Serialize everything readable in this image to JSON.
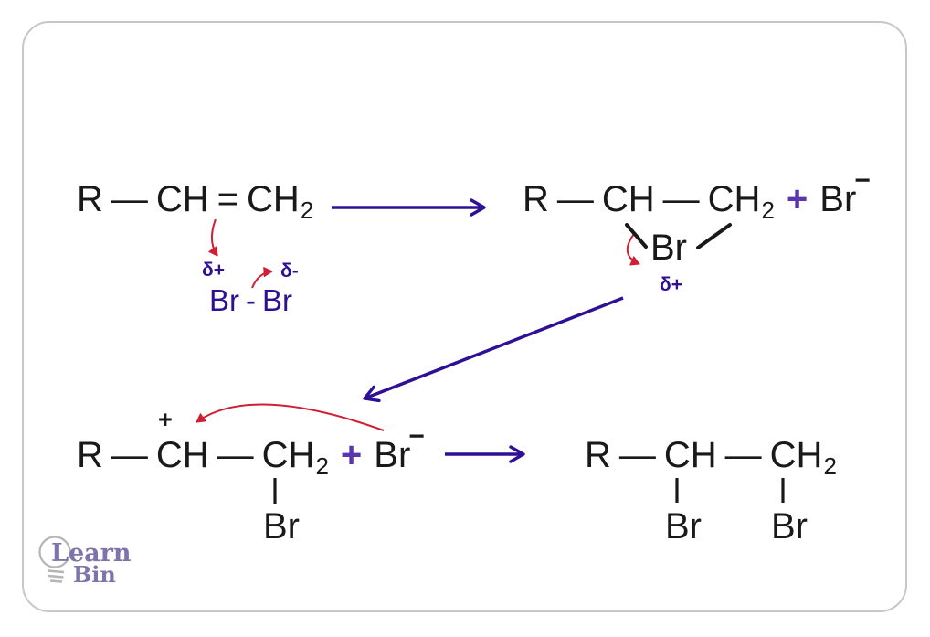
{
  "colors": {
    "text": "#191919",
    "indigo_arrows": "#2f0f94",
    "violet_plus": "#5a35ad",
    "red_arrows": "#d01f33",
    "frame_border": "#c7c7c7",
    "logo_text": "#7e74aa",
    "logo_bulb": "#b5b5b5"
  },
  "logo": {
    "word_top": "Learn",
    "word_bottom": "Bin"
  },
  "step1": {
    "alkene": {
      "r": "R",
      "bond": "—",
      "ch": "CH",
      "double_bond": "=",
      "ch2": "CH",
      "ch2_sub": "2"
    },
    "bromine_reagent": {
      "delta_plus": "δ+",
      "delta_minus": "δ-",
      "br_left": "Br",
      "bond": "-",
      "br_right": "Br"
    }
  },
  "step2": {
    "chain": {
      "r": "R",
      "bond1": "—",
      "ch": "CH",
      "bond2": "—",
      "ch2": "CH",
      "ch2_sub": "2"
    },
    "plus_sign": "+",
    "bromide": {
      "symbol": "Br",
      "charge": "−"
    },
    "bridging_br": {
      "symbol": "Br",
      "delta_plus": "δ+"
    }
  },
  "step3": {
    "carbocation_charge": "+",
    "chain": {
      "r": "R",
      "bond1": "—",
      "ch": "CH",
      "bond2": "—",
      "ch2": "CH",
      "ch2_sub": "2"
    },
    "plus_sign": "+",
    "bromide": {
      "symbol": "Br",
      "charge": "−"
    },
    "substituent_br": "Br"
  },
  "step4": {
    "chain": {
      "r": "R",
      "bond1": "—",
      "ch": "CH",
      "bond2": "—",
      "ch2": "CH",
      "ch2_sub": "2"
    },
    "br_on_ch": "Br",
    "br_on_ch2": "Br"
  }
}
